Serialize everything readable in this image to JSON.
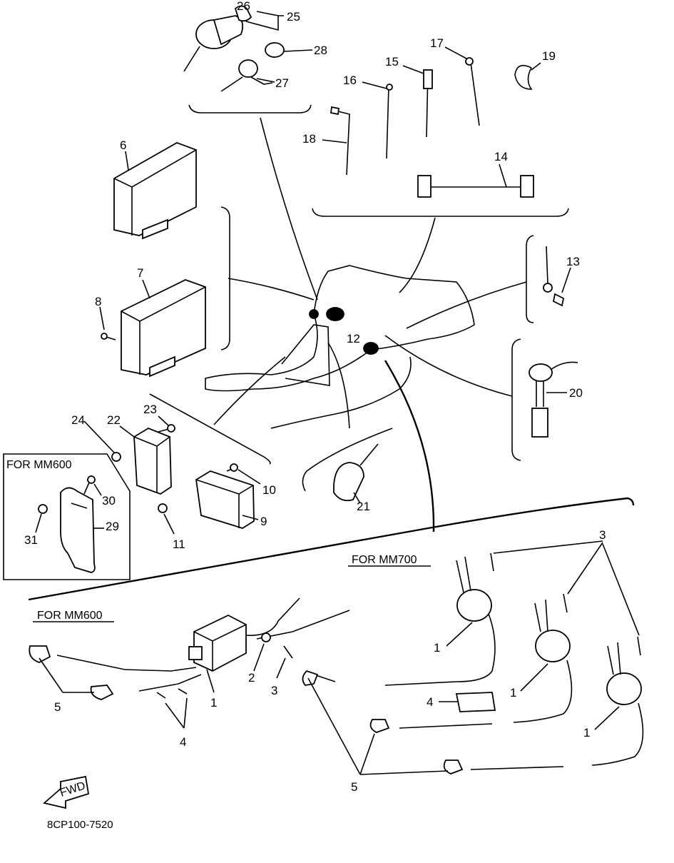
{
  "diagram": {
    "callouts": [
      "1",
      "2",
      "3",
      "4",
      "5",
      "6",
      "7",
      "8",
      "9",
      "10",
      "11",
      "12",
      "13",
      "14",
      "15",
      "16",
      "17",
      "18",
      "19",
      "20",
      "21",
      "22",
      "23",
      "24",
      "25",
      "26",
      "27",
      "28",
      "29",
      "30",
      "31"
    ],
    "labels": {
      "for_mm600_top": "FOR MM600",
      "for_mm700": "FOR MM700",
      "for_mm600_bottom": "FOR MM600",
      "fwd": "FWD",
      "drawing_code": "8CP100-7520"
    }
  }
}
